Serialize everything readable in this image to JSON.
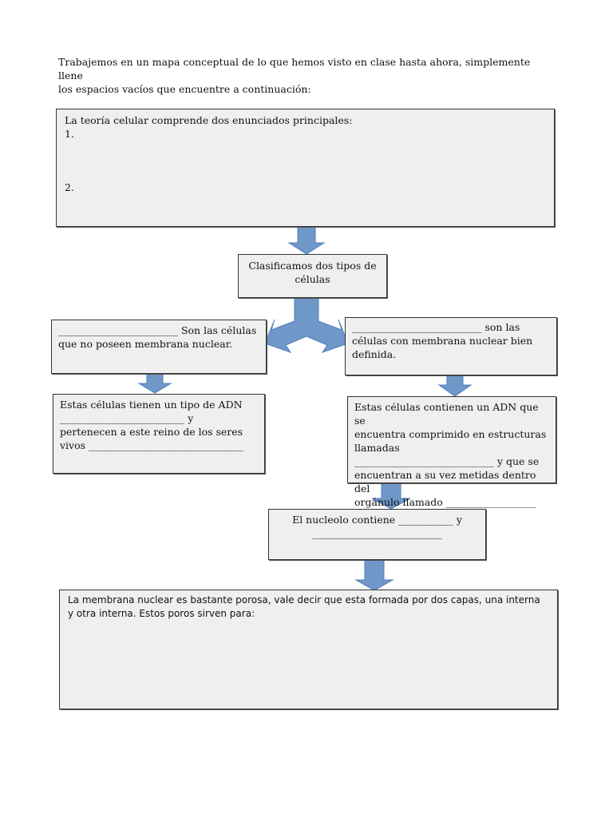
{
  "intro": {
    "line1": "Trabajemos en un mapa conceptual de lo que hemos visto en clase hasta ahora, simplemente llene",
    "line2": "los espacios vacíos que encuentre a continuación:"
  },
  "box1": {
    "line1": "La teoría celular comprende dos enunciados principales:",
    "item1": "1.",
    "item2": "2."
  },
  "box2": {
    "line1": "Clasificamos dos tipos de",
    "line2": "células"
  },
  "box_left": {
    "line1": "________________________ Son las células",
    "line2": "que no poseen membrana nuclear."
  },
  "box_right": {
    "line1": "__________________________ son las",
    "line2": "células con membrana nuclear bien",
    "line3": "definida."
  },
  "box_left2": {
    "line1": "Estas células tienen un tipo de ADN",
    "line2": "_________________________ y",
    "line3": "pertenecen a este reino de los seres",
    "line4": "vivos _______________________________"
  },
  "box_right2": {
    "line1": "Estas células contienen un ADN que se",
    "line2": "encuentra comprimido en estructuras",
    "line3": "llamadas",
    "line4": "____________________________ y que se",
    "line5": "encuentran a su vez metidas dentro del",
    "line6": "orgánulo llamado __________________"
  },
  "box_nucleolo": {
    "line1": "El nucleolo contiene ___________ y",
    "line2": "__________________________"
  },
  "box_membrana": {
    "line1": "La membrana nuclear es bastante porosa, vale decir que esta formada por dos capas, una interna",
    "line2": "y otra interna. Estos poros sirven para:"
  },
  "colors": {
    "arrow": "#6f97c8",
    "arrow_edge": "#4f7fb9",
    "box_fill": "#efefef"
  }
}
